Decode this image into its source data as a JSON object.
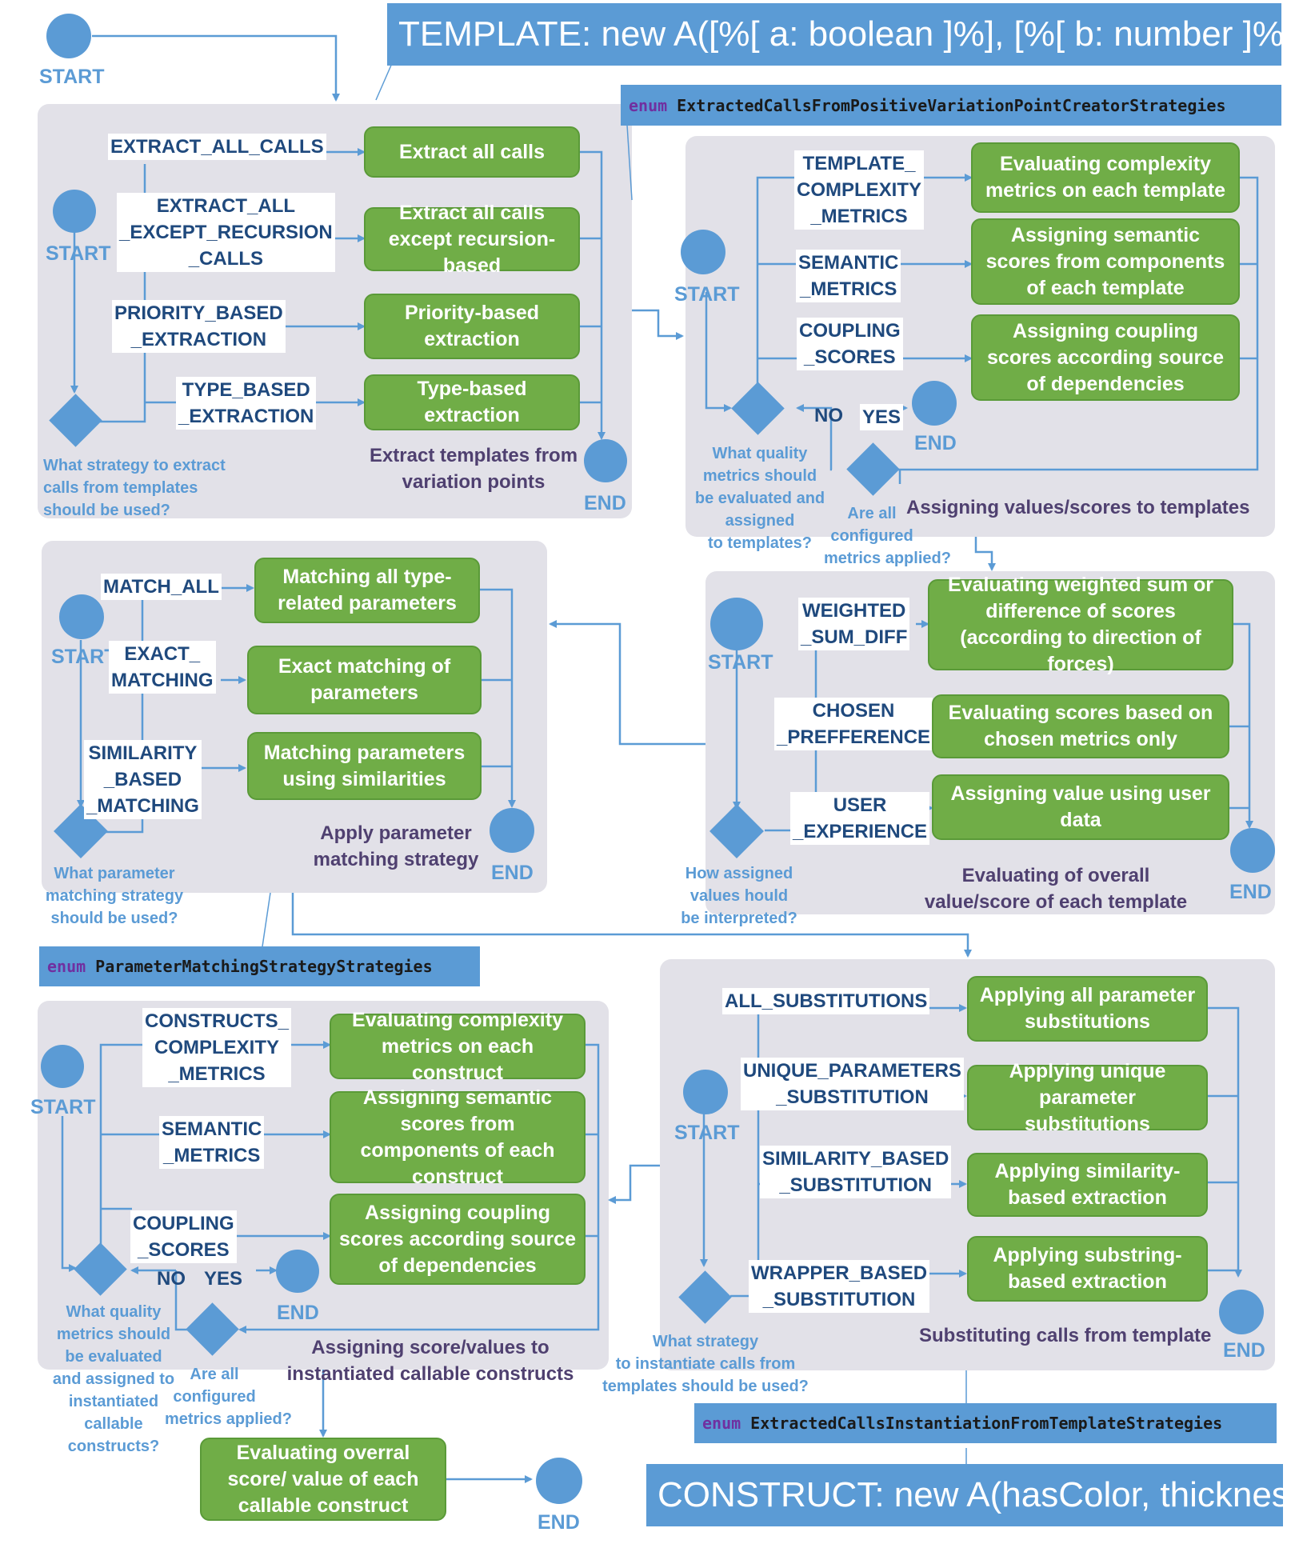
{
  "banners": {
    "template": "TEMPLATE: new A([%[ a: boolean ]%], [%[ b: number ]%])",
    "construct": "CONSTRUCT: new A(hasColor, thickness)"
  },
  "enums": {
    "keyword": "enum",
    "e1": "ExtractedCallsFromPositiveVariationPointCreatorStrategies",
    "e2": "ParameterMatchingStrategyStrategies",
    "e3": "ExtractedCallsInstantiationFromTemplateStrategies"
  },
  "common": {
    "start": "START",
    "end": "END",
    "yes": "YES",
    "no": "NO"
  },
  "p1": {
    "title": "Extract templates from\nvariation points",
    "question": "What strategy to extract\ncalls from templates\nshould be used?",
    "labels": [
      "EXTRACT_ALL_CALLS",
      "EXTRACT_ALL\n_EXCEPT_RECURSION\n_CALLS",
      "PRIORITY_BASED\n_EXTRACTION",
      "TYPE_BASED\n_EXTRACTION"
    ],
    "boxes": [
      "Extract all calls",
      "Extract all calls except\nrecursion-based",
      "Priority-based\nextraction",
      "Type-based extraction"
    ]
  },
  "p2": {
    "title": "Assigning values/scores to templates",
    "question": "What quality\nmetrics should\nbe evaluated and\nassigned\nto templates?",
    "question2": "Are all\nconfigured\nmetrics applied?",
    "labels": [
      "TEMPLATE_\nCOMPLEXITY\n_METRICS",
      "SEMANTIC\n_METRICS",
      "COUPLING\n_SCORES"
    ],
    "boxes": [
      "Evaluating complexity\nmetrics on each template",
      "Assigning semantic scores\nfrom components of each\ntemplate",
      "Assigning coupling scores\naccording source of\ndependencies"
    ]
  },
  "p3": {
    "title": "Apply parameter\nmatching strategy",
    "question": "What parameter\nmatching strategy\nshould be used?",
    "labels": [
      "MATCH_ALL",
      "EXACT_\nMATCHING",
      "SIMILARITY\n_BASED\n_MATCHING"
    ],
    "boxes": [
      "Matching all type-\nrelated parameters",
      "Exact matching of\nparameters",
      "Matching parameters\nusing similarities"
    ]
  },
  "p4": {
    "title": "Evaluating of overall\nvalue/score of each template",
    "question": "How assigned\nvalues hould\nbe interpreted?",
    "labels": [
      "WEIGHTED\n_SUM_DIFF",
      "CHOSEN\n_PREFFERENCE",
      "USER\n_EXPERIENCE"
    ],
    "boxes": [
      "Evaluating weighted sum or\ndifference of scores (according\nto direction of forces)",
      "Evaluating scores based on\nchosen metrics only",
      "Assigning value using user\ndata"
    ]
  },
  "p5": {
    "title": "Assigning score/values to\ninstantiated callable constructs",
    "question": "What quality\nmetrics should\nbe evaluated\nand assigned to\ninstantiated\ncallable\nconstructs?",
    "question2": "Are all\nconfigured\nmetrics applied?",
    "labels": [
      "CONSTRUCTS_\nCOMPLEXITY\n_METRICS",
      "SEMANTIC\n_METRICS",
      "COUPLING\n_SCORES"
    ],
    "boxes": [
      "Evaluating complexity\nmetrics on each construct",
      "Assigning semantic scores\nfrom components of each\nconstruct",
      "Assigning coupling scores\naccording source of\ndependencies"
    ],
    "final_box": "Evaluating overral score/\nvalue of each callable\nconstruct"
  },
  "p6": {
    "title": "Substituting calls from template",
    "question": "What strategy\nto instantiate calls from\ntemplates should be used?",
    "labels": [
      "ALL_SUBSTITUTIONS",
      "UNIQUE_PARAMETERS\n_SUBSTITUTION",
      "SIMILARITY_BASED\n_SUBSTITUTION",
      "WRAPPER_BASED\n_SUBSTITUTION"
    ],
    "boxes": [
      "Applying all parameter\nsubstitutions",
      "Applying unique\nparameter substitutions",
      "Applying similarity-\nbased extraction",
      "Applying substring-\nbased extraction"
    ]
  },
  "colors": {
    "panel": "#e2e1e8",
    "green": "#70ad47",
    "blue": "#5b9bd5",
    "label": "#1f497d",
    "title": "#4f4070"
  }
}
